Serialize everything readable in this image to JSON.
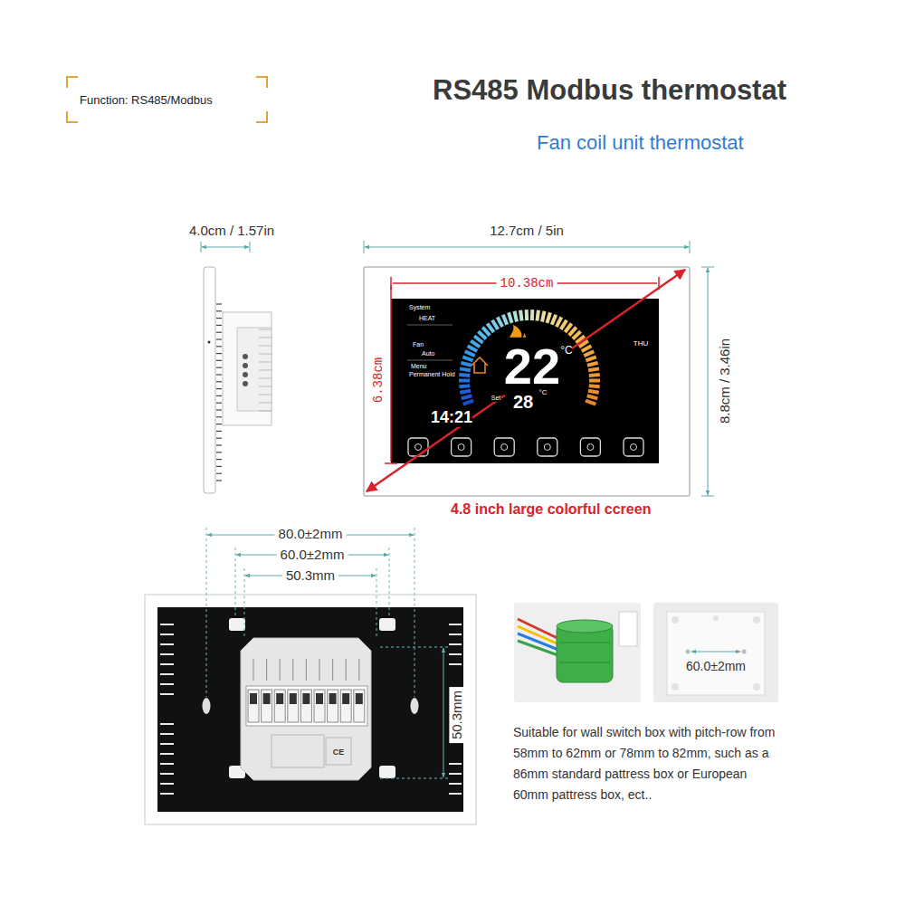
{
  "diagram": {
    "title": "RS485 Modbus thermostat",
    "nodes": [
      {
        "text": [
          "Function: RS485/Modbus"
        ]
      }
    ],
    "labels": [
      "Fan coil unit thermostat",
      "4.0cm / 1.57in",
      "12.7cm / 5in",
      "10.38cm",
      "6.38cm",
      "8.8cm / 3.46in",
      "System",
      "HEAT",
      "Fan",
      "Auto",
      "Menu",
      "Permanent Hold",
      "22",
      "°C",
      "Set",
      "28",
      "°C",
      "14:21",
      "THU",
      "4.8 inch large colorful ccreen",
      "80.0±2mm",
      "60.0±2mm",
      "50.3mm",
      "50.3mm",
      "60.0±2mm",
      "Suitable for wall switch box with pitch-row from 58mm to 62mm or 78mm to 82mm, such as a 86mm standard pattress box or European 60mm pattress box, ect..",
      "CE"
    ]
  }
}
